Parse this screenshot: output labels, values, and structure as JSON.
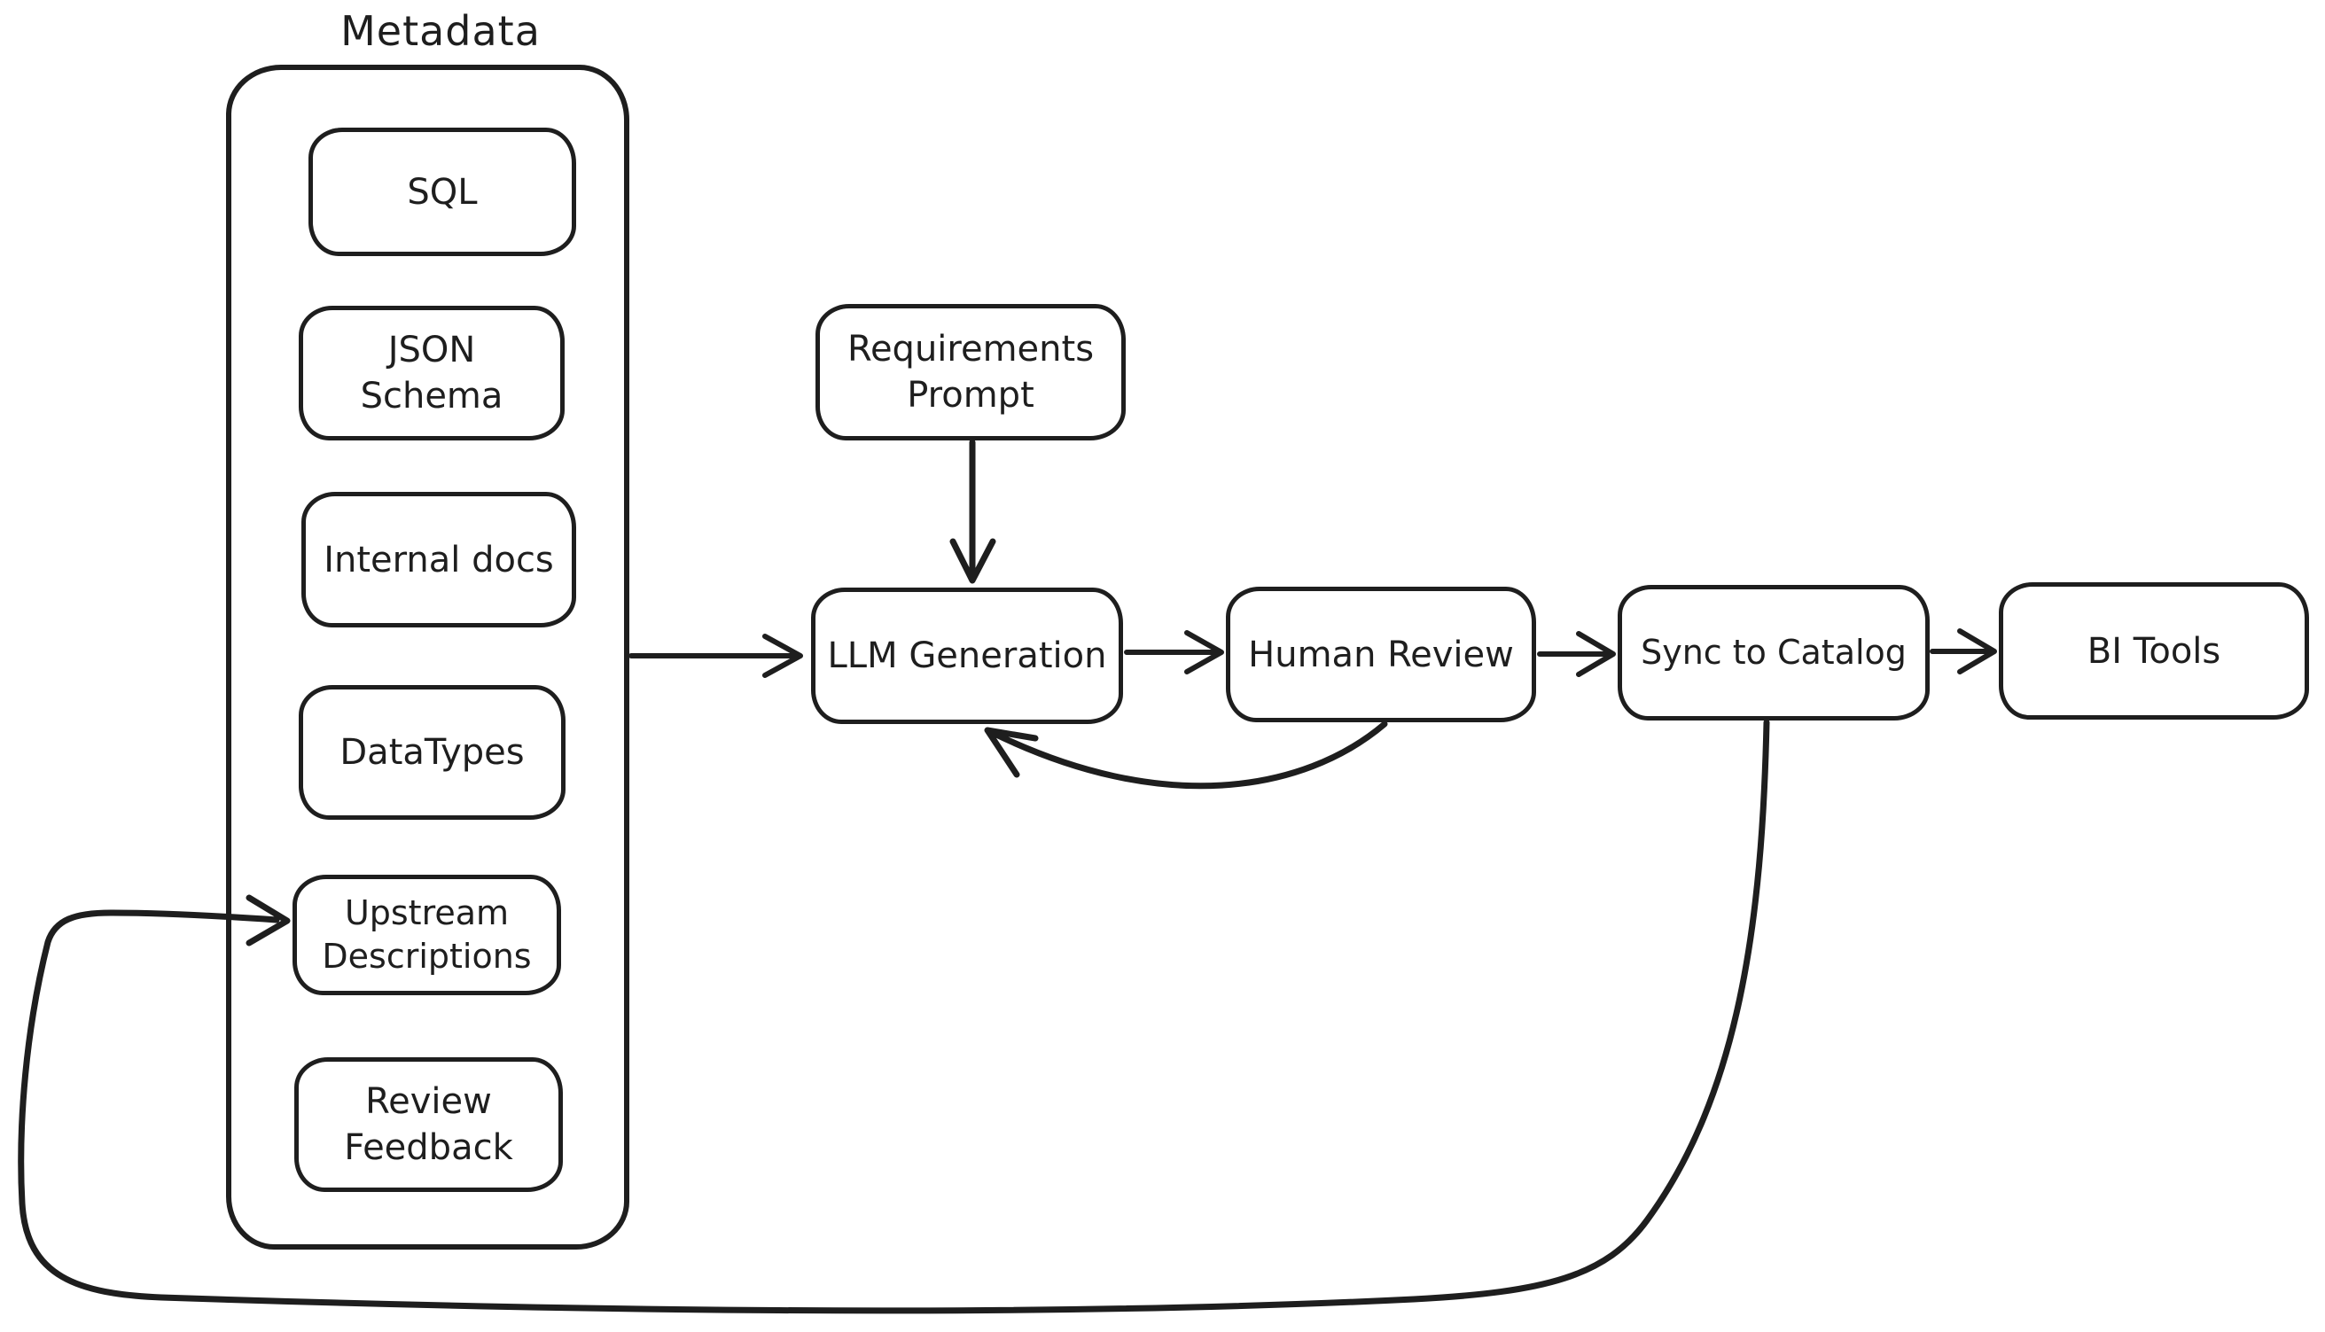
{
  "diagram": {
    "colors": {
      "stroke": "#1e1e1e",
      "background": "#ffffff"
    },
    "metadata_group": {
      "label": "Metadata",
      "items": [
        {
          "label": "SQL"
        },
        {
          "label": "JSON Schema"
        },
        {
          "label": "Internal docs"
        },
        {
          "label": "DataTypes"
        },
        {
          "label": "Upstream Descriptions"
        },
        {
          "label": "Review Feedback"
        }
      ]
    },
    "nodes": [
      {
        "label": "Requirements Prompt"
      },
      {
        "label": "LLM Generation"
      },
      {
        "label": "Human Review"
      },
      {
        "label": "Sync to Catalog"
      },
      {
        "label": "BI Tools"
      }
    ],
    "edges": [
      {
        "from": "Metadata",
        "to": "LLM Generation"
      },
      {
        "from": "Requirements Prompt",
        "to": "LLM Generation"
      },
      {
        "from": "LLM Generation",
        "to": "Human Review"
      },
      {
        "from": "Human Review",
        "to": "LLM Generation"
      },
      {
        "from": "Human Review",
        "to": "Sync to Catalog"
      },
      {
        "from": "Sync to Catalog",
        "to": "BI Tools"
      },
      {
        "from": "Sync to Catalog",
        "to": "Upstream Descriptions"
      }
    ]
  }
}
